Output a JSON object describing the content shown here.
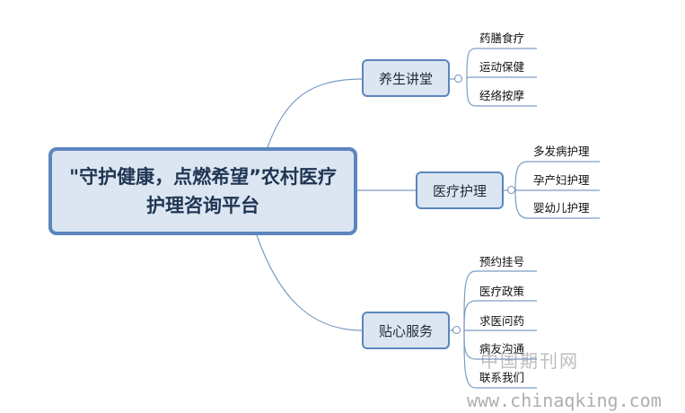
{
  "root": {
    "label": "\"守护健康，点燃希望”农村医疗护理咨询平台"
  },
  "branches": [
    {
      "label": "养生讲堂",
      "children": [
        "药膳食疗",
        "运动保健",
        "经络按摩"
      ]
    },
    {
      "label": "医疗护理",
      "children": [
        "多发病护理",
        "孕产妇护理",
        "婴幼儿护理"
      ]
    },
    {
      "label": "贴心服务",
      "children": [
        "预约挂号",
        "医疗政策",
        "求医问药",
        "病友沟通",
        "联系我们"
      ]
    }
  ],
  "watermark": {
    "site_name": "中国期刊网",
    "url": "www.chinaqking.com"
  },
  "colors": {
    "box_fill": "#dce6f2",
    "box_border": "#5b86be",
    "connector": "#6e8fba"
  }
}
